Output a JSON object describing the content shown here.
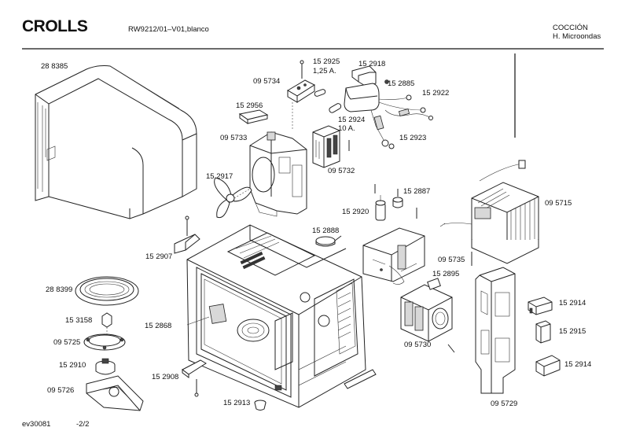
{
  "header": {
    "brand": "CROLLS",
    "model": "RW9212/01–V01,blanco",
    "category_line1": "COCCIÓN",
    "category_line2": "H. Microondas"
  },
  "footer": {
    "code": "ev30081",
    "page": "-2/2"
  },
  "parts": [
    {
      "id": "p-288385",
      "label": "28 8385"
    },
    {
      "id": "p-152925",
      "label": "15 2925"
    },
    {
      "id": "p-125a",
      "label": "1,25 A."
    },
    {
      "id": "p-152918",
      "label": "15 2918"
    },
    {
      "id": "p-095734",
      "label": "09 5734"
    },
    {
      "id": "p-152885",
      "label": "15 2885"
    },
    {
      "id": "p-152922",
      "label": "15 2922"
    },
    {
      "id": "p-152956",
      "label": "15 2956"
    },
    {
      "id": "p-152924",
      "label": "15 2924"
    },
    {
      "id": "p-10a",
      "label": "10 A."
    },
    {
      "id": "p-095733",
      "label": "09 5733"
    },
    {
      "id": "p-152923",
      "label": "15 2923"
    },
    {
      "id": "p-095732",
      "label": "09 5732"
    },
    {
      "id": "p-152917",
      "label": "15 2917"
    },
    {
      "id": "p-152887",
      "label": "15 2887"
    },
    {
      "id": "p-152920",
      "label": "15 2920"
    },
    {
      "id": "p-095715",
      "label": "09 5715"
    },
    {
      "id": "p-152888",
      "label": "15 2888"
    },
    {
      "id": "p-152907",
      "label": "15 2907"
    },
    {
      "id": "p-095735",
      "label": "09 5735"
    },
    {
      "id": "p-152895",
      "label": "15 2895"
    },
    {
      "id": "p-288399",
      "label": "28 8399"
    },
    {
      "id": "p-152914a",
      "label": "15 2914"
    },
    {
      "id": "p-153158",
      "label": "15 3158"
    },
    {
      "id": "p-152868",
      "label": "15 2868"
    },
    {
      "id": "p-152915",
      "label": "15 2915"
    },
    {
      "id": "p-095725",
      "label": "09 5725"
    },
    {
      "id": "p-095730",
      "label": "09 5730"
    },
    {
      "id": "p-152910",
      "label": "15 2910"
    },
    {
      "id": "p-152914b",
      "label": "15 2914"
    },
    {
      "id": "p-152908",
      "label": "15 2908"
    },
    {
      "id": "p-095726",
      "label": "09 5726"
    },
    {
      "id": "p-152913",
      "label": "15 2913"
    },
    {
      "id": "p-095729",
      "label": "09 5729"
    }
  ]
}
